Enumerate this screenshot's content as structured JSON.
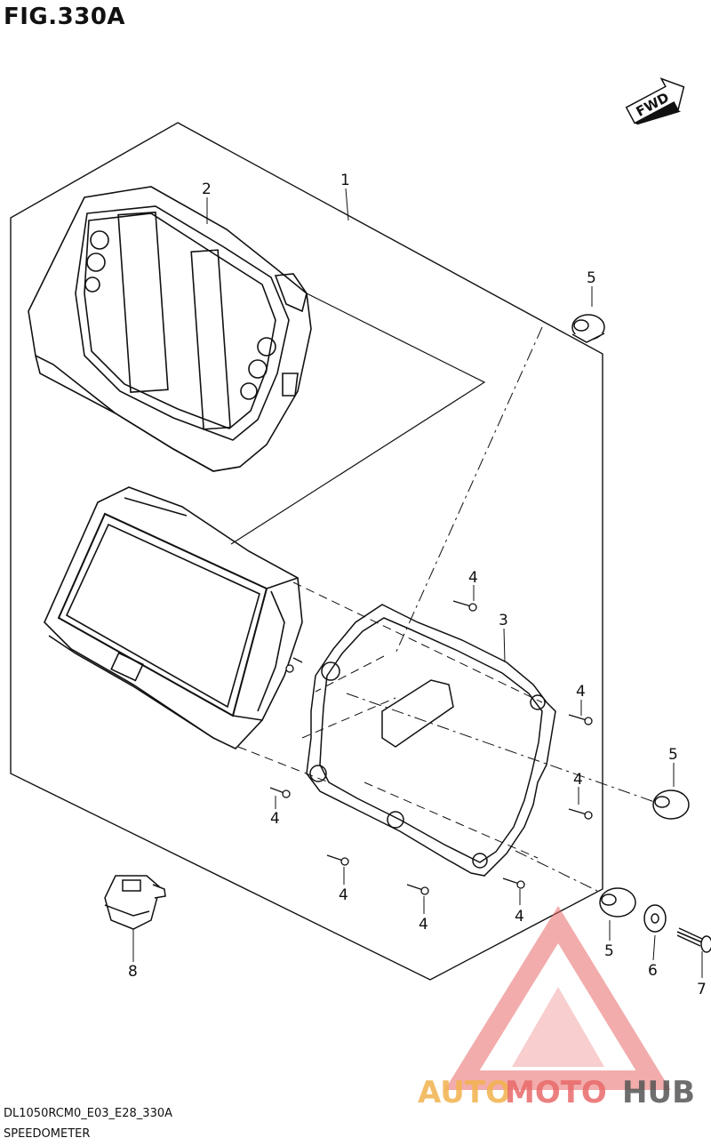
{
  "figure": {
    "title": "FIG.330A"
  },
  "direction_tag": {
    "label": "FWD"
  },
  "callouts": {
    "c1": "1",
    "c2": "2",
    "c3": "3",
    "c4a": "4",
    "c4b": "4",
    "c4c": "4",
    "c4d": "4",
    "c4e": "4",
    "c4f": "4",
    "c4g": "4",
    "c5a": "5",
    "c5b": "5",
    "c5c": "5",
    "c6": "6",
    "c7": "7",
    "c8": "8"
  },
  "footer": {
    "model_code": "DL1050RCM0_E03_E28_330A",
    "part_name": "SPEEDOMETER"
  },
  "watermark": {
    "brand_auto": "AUTO",
    "brand_moto": "MOTO",
    "brand_hub": "HUB",
    "colors": {
      "auto": "#f2b24d",
      "moto": "#e96a6a",
      "hub": "#555555"
    }
  }
}
